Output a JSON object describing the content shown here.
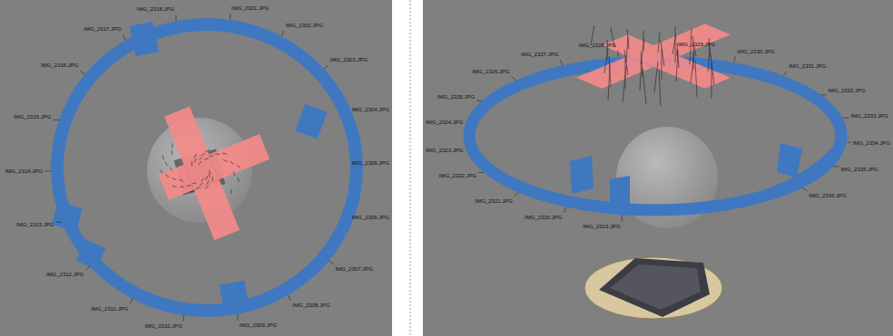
{
  "diagram": {
    "labels": [
      "IMG_2301.JPG",
      "IMG_2302.JPG",
      "IMG_2303.JPG",
      "IMG_2304.JPG",
      "IMG_2305.JPG",
      "IMG_2306.JPG",
      "IMG_2307.JPG",
      "IMG_2308.JPG",
      "IMG_2309.JPG",
      "IMG_2310.JPG",
      "IMG_2311.JPG",
      "IMG_2312.JPG",
      "IMG_2313.JPG",
      "IMG_2314.JPG",
      "IMG_2315.JPG",
      "IMG_2316.JPG",
      "IMG_2317.JPG",
      "IMG_2318.JPG",
      "IMG_2319.JPG",
      "IMG_2320.JPG",
      "IMG_2321.JPG",
      "IMG_2322.JPG",
      "IMG_2323.JPG",
      "IMG_2324.JPG",
      "IMG_2325.JPG",
      "IMG_2326.JPG",
      "IMG_2327.JPG",
      "IMG_2328.JPG",
      "IMG_2329.JPG",
      "IMG_2330.JPG",
      "IMG_2331.JPG",
      "IMG_2332.JPG",
      "IMG_2333.JPG",
      "IMG_2334.JPG",
      "IMG_2335.JPG",
      "IMG_2336.JPG"
    ]
  }
}
